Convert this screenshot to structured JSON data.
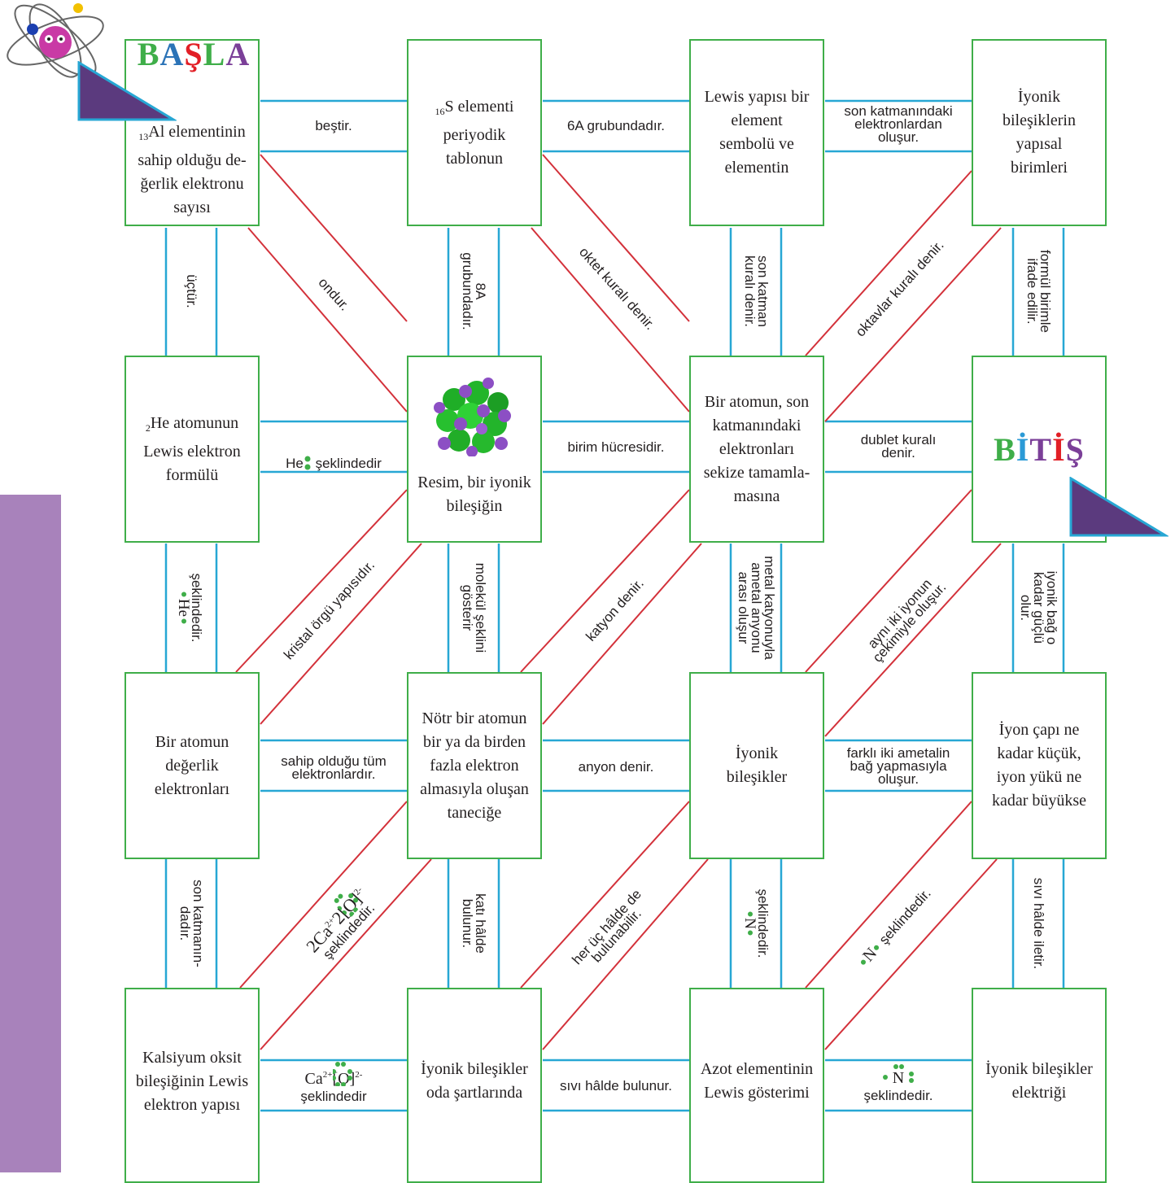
{
  "title_start": [
    "B",
    "A",
    "Ş",
    "L",
    "A"
  ],
  "title_start_colors": [
    "#3fae49",
    "#2b73b7",
    "#e21f26",
    "#3fae49",
    "#7b3f98"
  ],
  "title_end": [
    "B",
    "İ",
    "T",
    "İ",
    "Ş"
  ],
  "title_end_colors": [
    "#3fae49",
    "#2b9ad6",
    "#7b3f98",
    "#e21f26",
    "#7b3f98"
  ],
  "cells": {
    "r1c1": {
      "sub": "13",
      "lines": [
        "Al elementinin",
        "sahip olduğu de-",
        "ğerlik elektronu",
        "sayısı"
      ]
    },
    "r1c2": {
      "sub": "16",
      "lines": [
        "S elementi",
        "periyodik",
        "tablonun"
      ]
    },
    "r1c3": {
      "lines": [
        "Lewis yapısı bir",
        "element",
        "sembolü ve",
        "elementin"
      ]
    },
    "r1c4": {
      "lines": [
        "İyonik",
        "bileşiklerin",
        "yapısal",
        "birimleri"
      ]
    },
    "r2c1": {
      "sub": "2",
      "lines": [
        "He atomunun",
        "Lewis elektron",
        "formülü"
      ]
    },
    "r2c2": {
      "lines": [
        "Resim, bir iyonik",
        "bileşiğin"
      ]
    },
    "r2c3": {
      "lines": [
        "Bir atomun, son",
        "katmanındaki",
        "elektronları",
        "sekize tamamla-",
        "masına"
      ]
    },
    "r3c1": {
      "lines": [
        "Bir atomun",
        "değerlik",
        "elektronları"
      ]
    },
    "r3c2": {
      "lines": [
        "Nötr bir atomun",
        "bir ya da birden",
        "fazla elektron",
        "almasıyla oluşan",
        "taneciğe"
      ]
    },
    "r3c3": {
      "lines": [
        "İyonik",
        "bileşikler"
      ]
    },
    "r3c4": {
      "lines": [
        "İyon çapı ne",
        "kadar küçük,",
        "iyon yükü ne",
        "kadar büyükse"
      ]
    },
    "r4c1": {
      "lines": [
        "Kalsiyum oksit",
        "bileşiğinin Lewis",
        "elektron yapısı"
      ]
    },
    "r4c2": {
      "lines": [
        "İyonik bileşikler",
        "oda şartlarında"
      ]
    },
    "r4c3": {
      "lines": [
        "Azot elementinin",
        "Lewis gösterimi"
      ]
    },
    "r4c4": {
      "lines": [
        "İyonik bileşikler",
        "elektriği"
      ]
    }
  },
  "h_labels": {
    "r1a": "beştir.",
    "r1b": "6A grubundadır.",
    "r1c": [
      "son katmanındaki",
      "elektronlardan",
      "oluşur."
    ],
    "r2a": "şeklindedir",
    "r2a_prefix": "He",
    "r2b": "birim hücresidir.",
    "r2c": [
      "dublet kuralı",
      "denir."
    ],
    "r3a": [
      "sahip olduğu tüm",
      "elektronlardır."
    ],
    "r3b": "anyon denir.",
    "r3c": [
      "farklı iki ametalin",
      "bağ yapmasıyla",
      "oluşur."
    ],
    "r4a_formula": "Ca",
    "r4a_charge": "2+",
    "r4a_O": "O",
    "r4a_ocharge": "2-",
    "r4a": "şeklindedir",
    "r4b": "sıvı hâlde bulunur.",
    "r4c_N": "N",
    "r4c": "şeklindedir."
  },
  "v_labels": {
    "c1a": "üçtür.",
    "c2a": [
      "8A",
      "grubundadır."
    ],
    "c3a": [
      "son katman",
      "kuralı denir."
    ],
    "c4a": [
      "formül birimle",
      "ifade edilir."
    ],
    "c1b_He": "He",
    "c1b": "şeklindedir.",
    "c2b": [
      "molekül şeklini",
      "gösterir"
    ],
    "c3b": [
      "metal katyonuyla",
      "ametal anyonu",
      "arası oluşur"
    ],
    "c4b": [
      "iyonik bağ o",
      "kadar güçlü",
      "olur."
    ],
    "c1c": [
      "son katmanın-",
      "dadır."
    ],
    "c2c": [
      "katı hâlde",
      "bulunur."
    ],
    "c3c_N": "N",
    "c3c": "şeklindedir.",
    "c4c": "sıvı hâlde iletir."
  },
  "d_labels": {
    "d1": "ondur.",
    "d2": "oktet kuralı denir.",
    "d3": "oktavlar kuralı denir.",
    "d4": "kristal örgü yapısıdır.",
    "d5": "katyon denir.",
    "d6": [
      "aynı iki iyonun",
      "çekimiyle oluşur."
    ],
    "d7_formula": "2Ca",
    "d7_charge": "2+",
    "d7_two": "2",
    "d7_O": "O",
    "d7_ocharge": "2-",
    "d7": "şeklindedir.",
    "d8": [
      "her üç hâlde de",
      "bulunabilir."
    ],
    "d9_N": "N",
    "d9": "şeklindedir."
  },
  "colors": {
    "green": "#3fae49",
    "blue": "#27a7d4",
    "red": "#d3313a",
    "purple": "#7b3f98",
    "sidebar": "#a882bb"
  }
}
